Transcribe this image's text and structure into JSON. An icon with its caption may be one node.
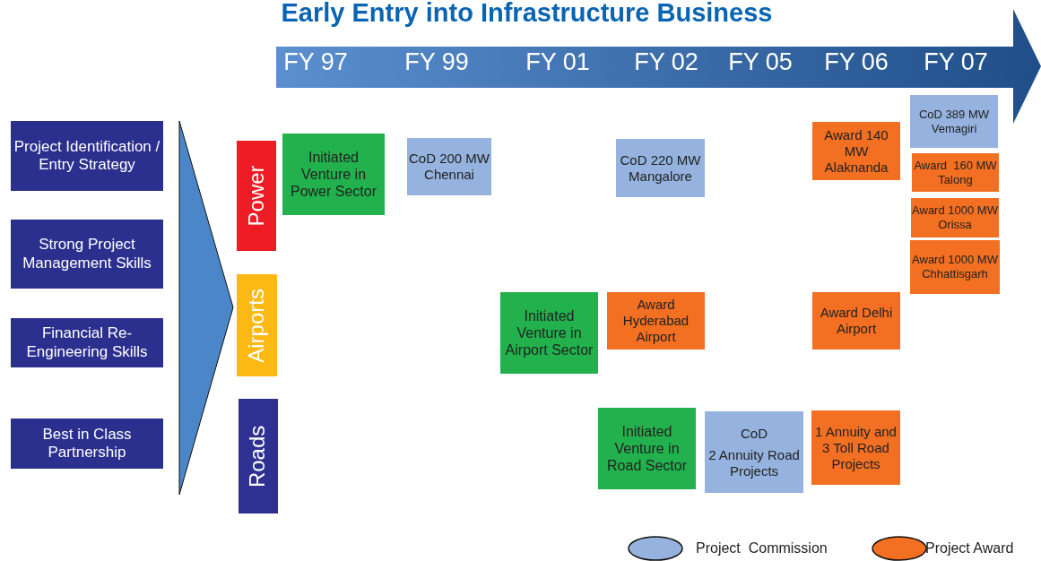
{
  "diagram": {
    "title": "Early Entry into Infrastructure Business",
    "nodes": [
      {
        "text": [
          "FY 97",
          "FY 99",
          "FY 01",
          "FY 02",
          "FY 05",
          "FY 06",
          "FY 07"
        ]
      },
      {
        "text": [
          "Project Identification / Entry Strategy"
        ]
      },
      {
        "text": [
          "Strong Project Management Skills"
        ]
      },
      {
        "text": [
          "Financial Re-Engineering Skills"
        ]
      },
      {
        "text": [
          "Best in Class Partnership"
        ]
      },
      {
        "text": [
          "Power"
        ]
      },
      {
        "text": [
          "Airports"
        ]
      },
      {
        "text": [
          "Roads"
        ]
      },
      {
        "text": [
          "Initiated Venture in Power Sector"
        ]
      },
      {
        "text": [
          "CoD 200 MW Chennai"
        ]
      },
      {
        "text": [
          "CoD 220 MW Mangalore"
        ]
      },
      {
        "text": [
          "Award 140 MW Alaknanda"
        ]
      },
      {
        "text": [
          "CoD 389 MW Vemagiri"
        ]
      },
      {
        "text": [
          "Award  160 MW Talong"
        ]
      },
      {
        "text": [
          "Award 1000 MW Orissa"
        ]
      },
      {
        "text": [
          "Award 1000 MW Chhattisgarh"
        ]
      },
      {
        "text": [
          "Initiated Venture in Airport Sector"
        ]
      },
      {
        "text": [
          "Award Hyderabad Airport"
        ]
      },
      {
        "text": [
          "Award Delhi Airport"
        ]
      },
      {
        "text": [
          "Initiated Venture in Road Sector"
        ]
      },
      {
        "text": [
          "CoD",
          "2 Annuity Road Projects"
        ]
      },
      {
        "text": [
          "1 Annuity and 3 Toll Road Projects"
        ]
      }
    ],
    "edges": [],
    "legend": [
      {
        "text": "Project  Commission",
        "color": "#95b3de"
      },
      {
        "text": "Project Award",
        "color": "#f36f21"
      }
    ]
  }
}
